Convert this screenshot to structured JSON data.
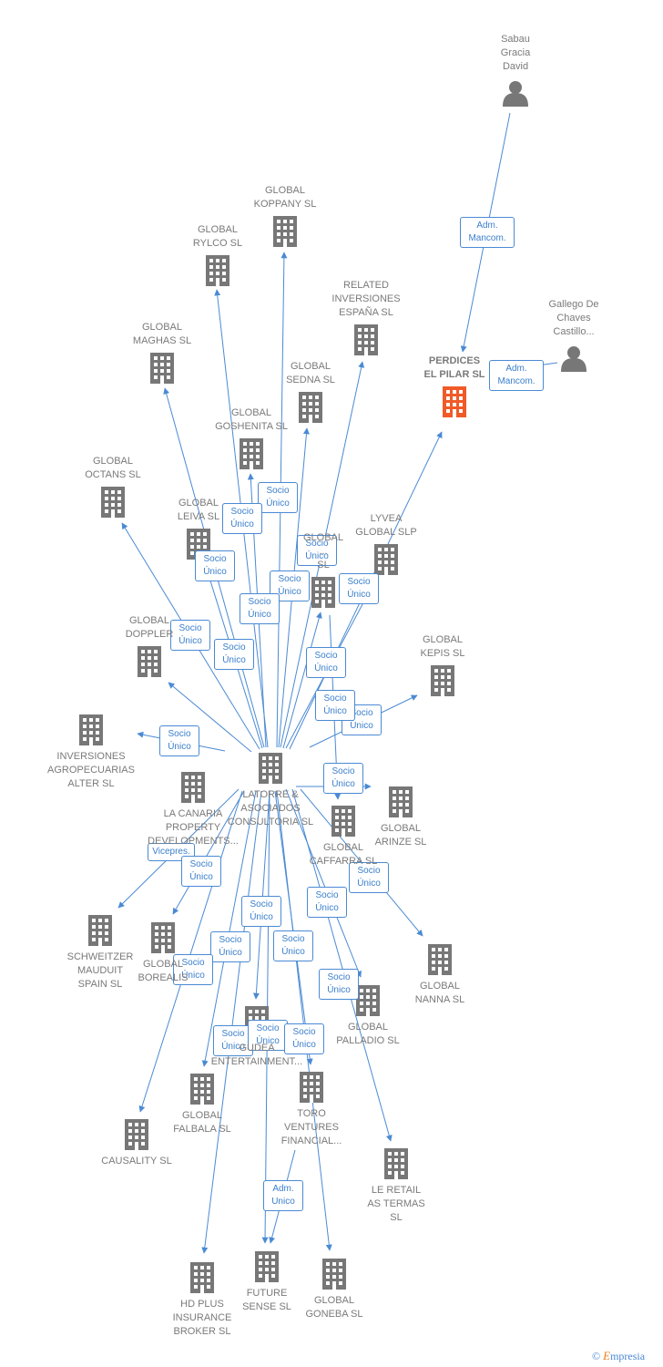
{
  "colors": {
    "line": "#4a8ad4",
    "building": "#777777",
    "highlight": "#f05a28",
    "person": "#777777",
    "text": "#7a7a7a"
  },
  "nodes": [
    {
      "id": "sabau",
      "type": "person",
      "label": "Sabau\nGracia\nDavid"
    },
    {
      "id": "gallego",
      "type": "person",
      "label": "Gallego De\nChaves\nCastillo..."
    },
    {
      "id": "perdices",
      "type": "company",
      "highlight": true,
      "label": "PERDICES\nEL PILAR  SL"
    },
    {
      "id": "latorre",
      "type": "company",
      "label": "LATORRE &\nASOCIADOS\nCONSULTORIA SL"
    },
    {
      "id": "koppany",
      "type": "company",
      "label": "GLOBAL\nKOPPANY  SL"
    },
    {
      "id": "rylco",
      "type": "company",
      "label": "GLOBAL\nRYLCO  SL"
    },
    {
      "id": "related",
      "type": "company",
      "label": "RELATED\nINVERSIONES\nESPAÑA  SL"
    },
    {
      "id": "maghas",
      "type": "company",
      "label": "GLOBAL\nMAGHAS  SL"
    },
    {
      "id": "sedna",
      "type": "company",
      "label": "GLOBAL\nSEDNA  SL"
    },
    {
      "id": "goshenita",
      "type": "company",
      "label": "GLOBAL\nGOSHENITA SL"
    },
    {
      "id": "octans",
      "type": "company",
      "label": "GLOBAL\nOCTANS  SL"
    },
    {
      "id": "leiva",
      "type": "company",
      "label": "GLOBAL\nLEIVA  SL"
    },
    {
      "id": "lyvea",
      "type": "company",
      "label": "LYVEA\nGLOBAL  SLP"
    },
    {
      "id": "globalx",
      "type": "company",
      "label": "GLOBAL\n...\nSL"
    },
    {
      "id": "doppler",
      "type": "company",
      "label": "GLOBAL\nDOPPLER"
    },
    {
      "id": "kepis",
      "type": "company",
      "label": "GLOBAL\nKEPIS  SL"
    },
    {
      "id": "inversiones",
      "type": "company",
      "label": "INVERSIONES\nAGROPECUARIAS\nALTER  SL"
    },
    {
      "id": "lacanaria",
      "type": "company",
      "label": "LA CANARIA\nPROPERTY\nDEVELOPMENTS..."
    },
    {
      "id": "arinze",
      "type": "company",
      "label": "GLOBAL\nARINZE  SL"
    },
    {
      "id": "caffarra",
      "type": "company",
      "label": "GLOBAL\nCAFFARRA  SL"
    },
    {
      "id": "schweitzer",
      "type": "company",
      "label": "SCHWEITZER\nMAUDUIT\nSPAIN SL"
    },
    {
      "id": "borealis",
      "type": "company",
      "label": "GLOBAL\nBOREALIS"
    },
    {
      "id": "nanna",
      "type": "company",
      "label": "GLOBAL\nNANNA  SL"
    },
    {
      "id": "palladio",
      "type": "company",
      "label": "GLOBAL\nPALLADIO  SL"
    },
    {
      "id": "gudea",
      "type": "company",
      "label": "GUDEA\nENTERTAINMENT..."
    },
    {
      "id": "falbala",
      "type": "company",
      "label": "GLOBAL\nFALBALA  SL"
    },
    {
      "id": "toro",
      "type": "company",
      "label": "TORO\nVENTURES\nFINANCIAL..."
    },
    {
      "id": "causality",
      "type": "company",
      "label": "CAUSALITY  SL"
    },
    {
      "id": "leretail",
      "type": "company",
      "label": "LE RETAIL\nAS TERMAS\nSL"
    },
    {
      "id": "hdplus",
      "type": "company",
      "label": "HD PLUS\nINSURANCE\nBROKER  SL"
    },
    {
      "id": "future",
      "type": "company",
      "label": "FUTURE\nSENSE  SL"
    },
    {
      "id": "goneba",
      "type": "company",
      "label": "GLOBAL\nGONEBA  SL"
    }
  ],
  "edges": [
    {
      "from": "sabau",
      "to": "perdices",
      "label": "Adm.\nMancom."
    },
    {
      "from": "gallego",
      "to": "perdices",
      "label": "Adm.\nMancom."
    },
    {
      "from": "latorre",
      "to": "koppany",
      "label": "Socio\nÚnico"
    },
    {
      "from": "latorre",
      "to": "rylco",
      "label": "Socio\nÚnico"
    },
    {
      "from": "latorre",
      "to": "related",
      "label": "Socio\nÚnico"
    },
    {
      "from": "latorre",
      "to": "maghas",
      "label": "Socio\nÚnico"
    },
    {
      "from": "latorre",
      "to": "sedna",
      "label": "Socio\nÚnico"
    },
    {
      "from": "latorre",
      "to": "goshenita",
      "label": "Socio\nÚnico"
    },
    {
      "from": "latorre",
      "to": "octans",
      "label": "Socio\nÚnico"
    },
    {
      "from": "latorre",
      "to": "leiva",
      "label": "Socio\nÚnico"
    },
    {
      "from": "latorre",
      "to": "lyvea",
      "label": "Socio\nÚnico"
    },
    {
      "from": "latorre",
      "to": "globalx",
      "label": "Socio\nÚnico"
    },
    {
      "from": "latorre",
      "to": "perdices",
      "label": "Socio\nÚnico"
    },
    {
      "from": "latorre",
      "to": "doppler",
      "label": "Socio\nÚnico"
    },
    {
      "from": "latorre",
      "to": "kepis",
      "label": "Socio\nÚnico"
    },
    {
      "from": "latorre",
      "to": "inversiones",
      "label": "Socio\nÚnico"
    },
    {
      "from": "latorre",
      "to": "arinze",
      "label": "Socio\nÚnico"
    },
    {
      "from": "latorre",
      "to": "caffarra",
      "label": "Socio\nÚnico"
    },
    {
      "from": "latorre",
      "to": "schweitzer",
      "label": "Vicepres."
    },
    {
      "from": "latorre",
      "to": "borealis",
      "label": "Socio\nÚnico"
    },
    {
      "from": "latorre",
      "to": "nanna",
      "label": "Socio\nÚnico"
    },
    {
      "from": "latorre",
      "to": "palladio",
      "label": "Socio\nÚnico"
    },
    {
      "from": "latorre",
      "to": "gudea",
      "label": "Socio\nÚnico"
    },
    {
      "from": "latorre",
      "to": "falbala",
      "label": "Socio\nÚnico"
    },
    {
      "from": "latorre",
      "to": "toro",
      "label": "Socio\nÚnico"
    },
    {
      "from": "latorre",
      "to": "causality",
      "label": "Socio\nÚnico"
    },
    {
      "from": "latorre",
      "to": "leretail",
      "label": "Socio\nÚnico"
    },
    {
      "from": "latorre",
      "to": "hdplus",
      "label": "Socio\nÚnico"
    },
    {
      "from": "latorre",
      "to": "future",
      "label": "Socio\nÚnico"
    },
    {
      "from": "latorre",
      "to": "goneba",
      "label": "Socio\nÚnico"
    },
    {
      "from": "toro",
      "to": "future",
      "label": "Adm.\nUnico"
    }
  ],
  "footer": {
    "copyright": "©",
    "brand_initial": "E",
    "brand_rest": "mpresia"
  }
}
